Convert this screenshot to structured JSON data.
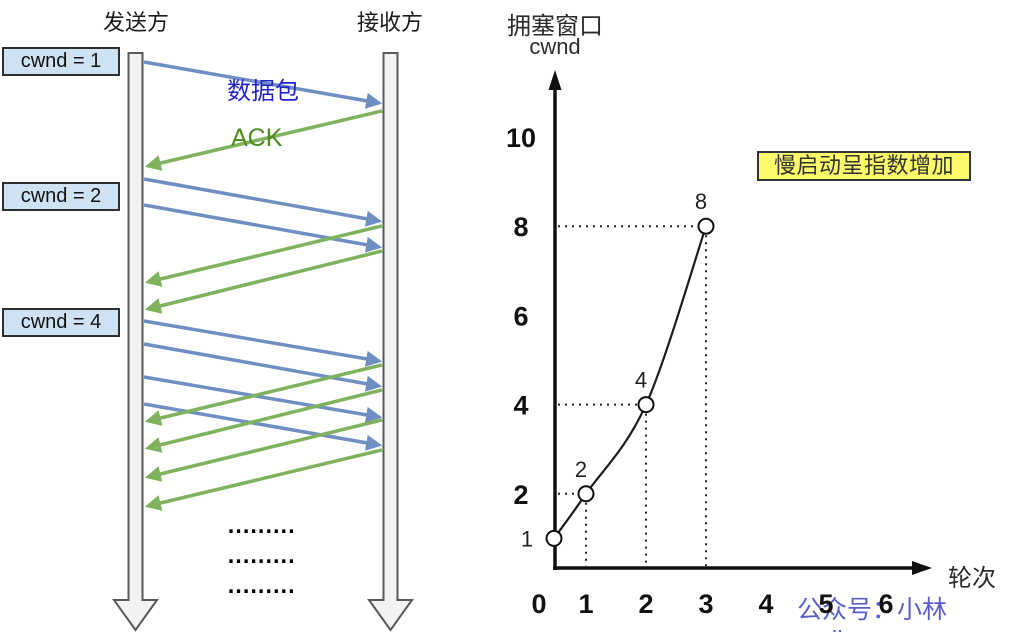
{
  "left_diagram": {
    "sender_label": "发送方",
    "receiver_label": "接收方",
    "cwnd_boxes": [
      "cwnd = 1",
      "cwnd = 2",
      "cwnd = 4"
    ],
    "packet_label": "数据包",
    "ack_label": "ACK",
    "ellipsis_rows": [
      ".........",
      ".........",
      "........."
    ]
  },
  "chart": {
    "title_line1": "拥塞窗口",
    "title_line2": "cwnd",
    "xlabel": "轮次",
    "annotation": "慢启动呈指数增加"
  },
  "chart_data": {
    "type": "line",
    "title": "拥塞窗口 cwnd",
    "xlabel": "轮次",
    "ylabel": "cwnd",
    "x": [
      0,
      1,
      2,
      3
    ],
    "y": [
      1,
      2,
      4,
      8
    ],
    "point_labels": [
      "1",
      "2",
      "4",
      "8"
    ],
    "xticks": [
      0,
      1,
      2,
      3,
      4,
      5,
      6
    ],
    "yticks": [
      2,
      4,
      6,
      8,
      10
    ],
    "xlim": [
      0,
      6.5
    ],
    "ylim": [
      0,
      11
    ],
    "marker": "open-circle",
    "grid": false,
    "guide_lines": "dotted from each point to both axes",
    "annotation": "慢启动呈指数增加"
  },
  "watermark": {
    "text": "公众号：小林coding",
    "color": "#5a5ec9"
  },
  "colors": {
    "packet_arrow_blue": "#6f8fc2",
    "ack_arrow_green": "#7fb25c",
    "packet_text_blue": "#2424cd",
    "ack_text_green": "#4a8c1a",
    "cwnd_box_fill": "#cfe2f3",
    "annotation_fill": "#f9f96a",
    "watermark_blue": "#5a5ec9",
    "lifeline_fill": "#f2f2f2"
  }
}
